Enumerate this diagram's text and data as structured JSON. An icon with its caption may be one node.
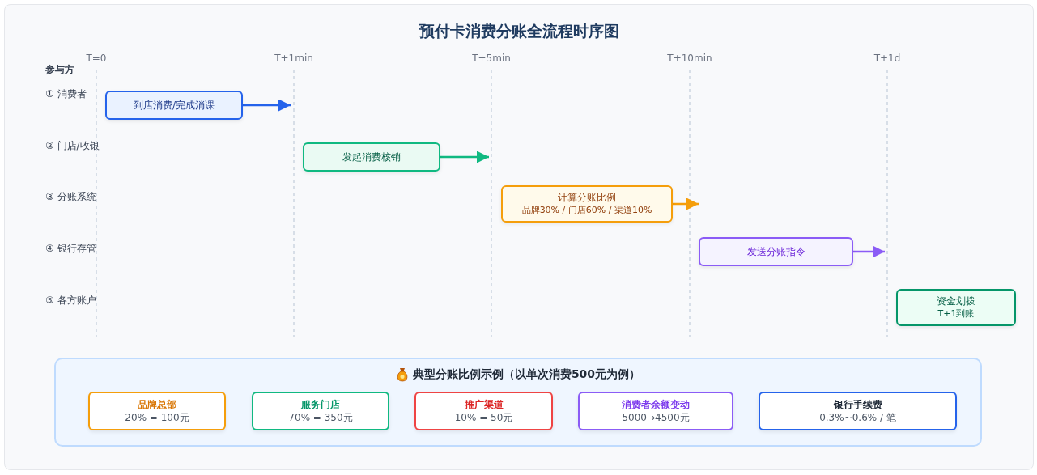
{
  "diagram": {
    "title": "预付卡消费分账全流程时序图",
    "nodes": [
      {
        "text": [
          "到店消费/完成消课"
        ]
      },
      {
        "text": [
          "发起消费核销"
        ]
      },
      {
        "text": [
          "计算分账比例",
          "品牌30% / 门店60% / 渠道10%"
        ]
      },
      {
        "text": [
          "发送分账指令"
        ]
      },
      {
        "text": [
          "资金划拨",
          "T+1到账"
        ]
      },
      {
        "text": [
          "典型分账比例示例（以单次消费500元为例）"
        ]
      },
      {
        "text": [
          "品牌总部",
          "20% = 100元"
        ],
        "in": 5
      },
      {
        "text": [
          "服务门店",
          "70% = 350元"
        ],
        "in": 5
      },
      {
        "text": [
          "推广渠道",
          "10% = 50元"
        ],
        "in": 5
      },
      {
        "text": [
          "消费者余额变动",
          "5000→4500元"
        ],
        "in": 5
      },
      {
        "text": [
          "银行手续费",
          "0.3%~0.6% / 笔"
        ],
        "in": 5
      }
    ],
    "edges": [
      {
        "from": 0,
        "to": null,
        "arrow": "to",
        "color": "#2563eb"
      },
      {
        "from": 1,
        "to": null,
        "arrow": "to",
        "color": "#10b981"
      },
      {
        "from": 2,
        "to": null,
        "arrow": "to",
        "color": "#f59e0b"
      },
      {
        "from": 3,
        "to": null,
        "arrow": "to",
        "color": "#8b5cf6"
      }
    ],
    "labels": [
      "T=0",
      "T+1min",
      "T+5min",
      "T+10min",
      "T+1d",
      "参与方",
      "① 消费者",
      "② 门店/收银",
      "③ 分账系统",
      "④ 银行存管",
      "⑤ 各方账户"
    ]
  }
}
